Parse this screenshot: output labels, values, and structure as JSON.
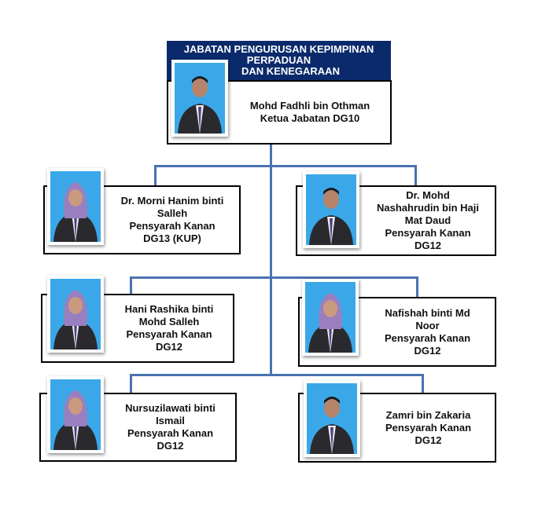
{
  "header": {
    "line1": "JABATAN PENGURUSAN KEPIMPINAN",
    "line2": "PERPADUAN",
    "line3": "DAN KENEGARAAN",
    "color": "#0b2a6b"
  },
  "connector_color": "#4a72b0",
  "head": {
    "name": "Mohd Fadhli bin Othman",
    "title": "Ketua Jabatan DG10"
  },
  "staff": [
    {
      "lines": [
        "Dr. Morni Hanim binti",
        "Salleh",
        "Pensyarah Kanan",
        "DG13 (KUP)"
      ],
      "hijab": true
    },
    {
      "lines": [
        "Dr. Mohd",
        "Nashahrudin bin Haji",
        "Mat Daud",
        "Pensyarah Kanan",
        "DG12"
      ],
      "hijab": false
    },
    {
      "lines": [
        "Hani Rashika binti",
        "Mohd Salleh",
        "Pensyarah Kanan",
        "DG12"
      ],
      "hijab": true
    },
    {
      "lines": [
        "Nafishah binti Md",
        "Noor",
        "Pensyarah Kanan",
        "DG12"
      ],
      "hijab": true
    },
    {
      "lines": [
        "Nursuzilawati binti",
        "Ismail",
        "Pensyarah Kanan",
        "DG12"
      ],
      "hijab": true
    },
    {
      "lines": [
        "Zamri bin Zakaria",
        "Pensyarah Kanan",
        "DG12"
      ],
      "hijab": false
    }
  ]
}
